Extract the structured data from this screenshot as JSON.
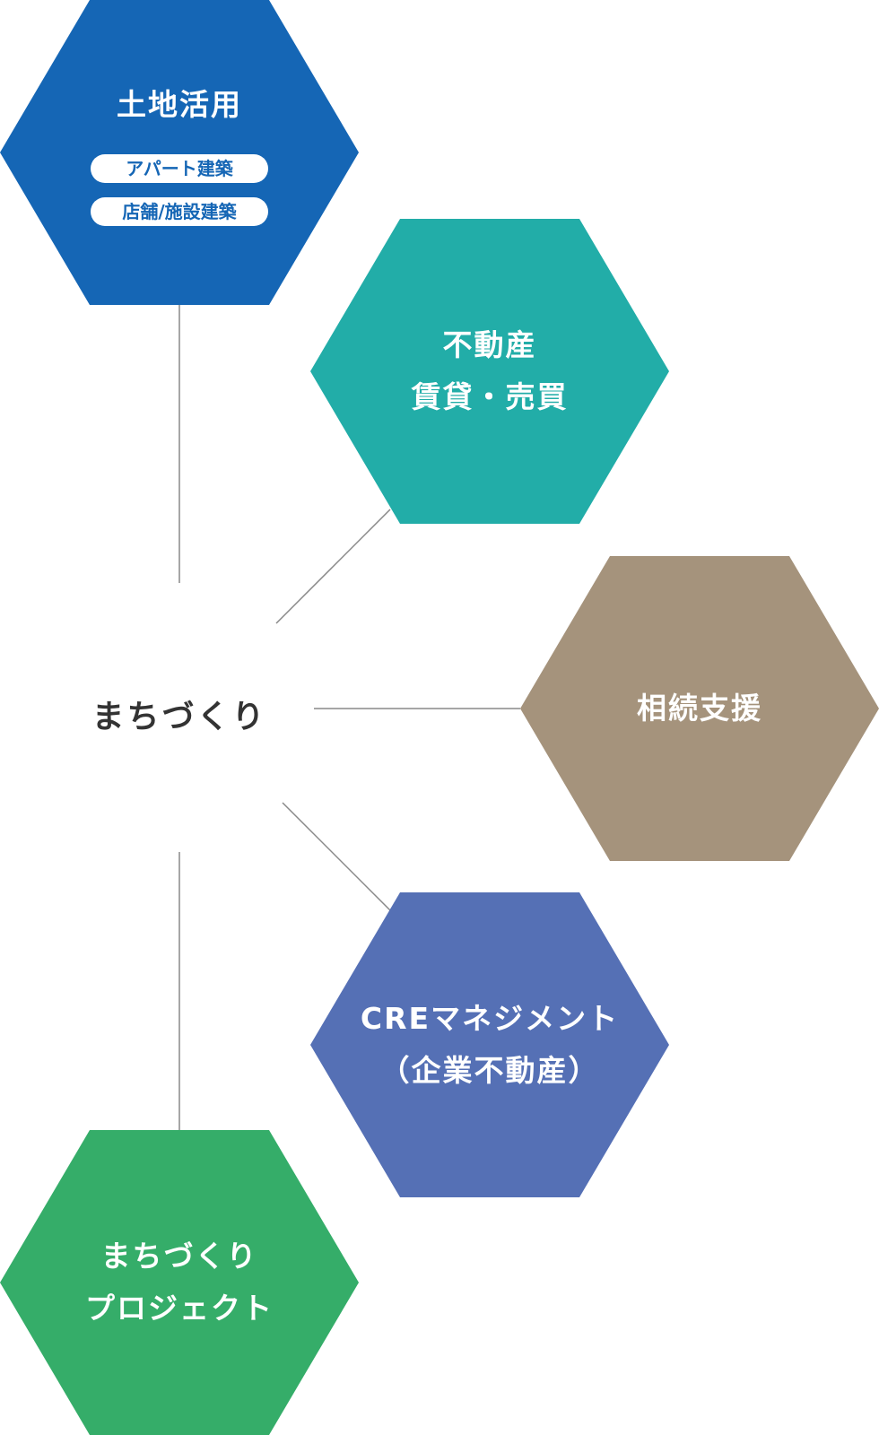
{
  "diagram": {
    "center": {
      "label": "まちづくり"
    },
    "nodes": [
      {
        "id": "land-use",
        "title_lines": [
          "土地活用"
        ],
        "tags": [
          "アパート建築",
          "店舗/施設建築"
        ],
        "color": "#1566b5"
      },
      {
        "id": "real-estate",
        "title_lines": [
          "不動産",
          "賃貸・売買"
        ],
        "tags": [],
        "color": "#22ada8"
      },
      {
        "id": "inheritance",
        "title_lines": [
          "相続支援"
        ],
        "tags": [],
        "color": "#a5937c"
      },
      {
        "id": "cre",
        "title_lines": [
          "CREマネジメント",
          "（企業不動産）"
        ],
        "tags": [],
        "color": "#5570b5"
      },
      {
        "id": "town-project",
        "title_lines": [
          "まちづくり",
          "プロジェクト"
        ],
        "tags": [],
        "color": "#35ad69"
      }
    ],
    "connector_color": "#888888"
  }
}
